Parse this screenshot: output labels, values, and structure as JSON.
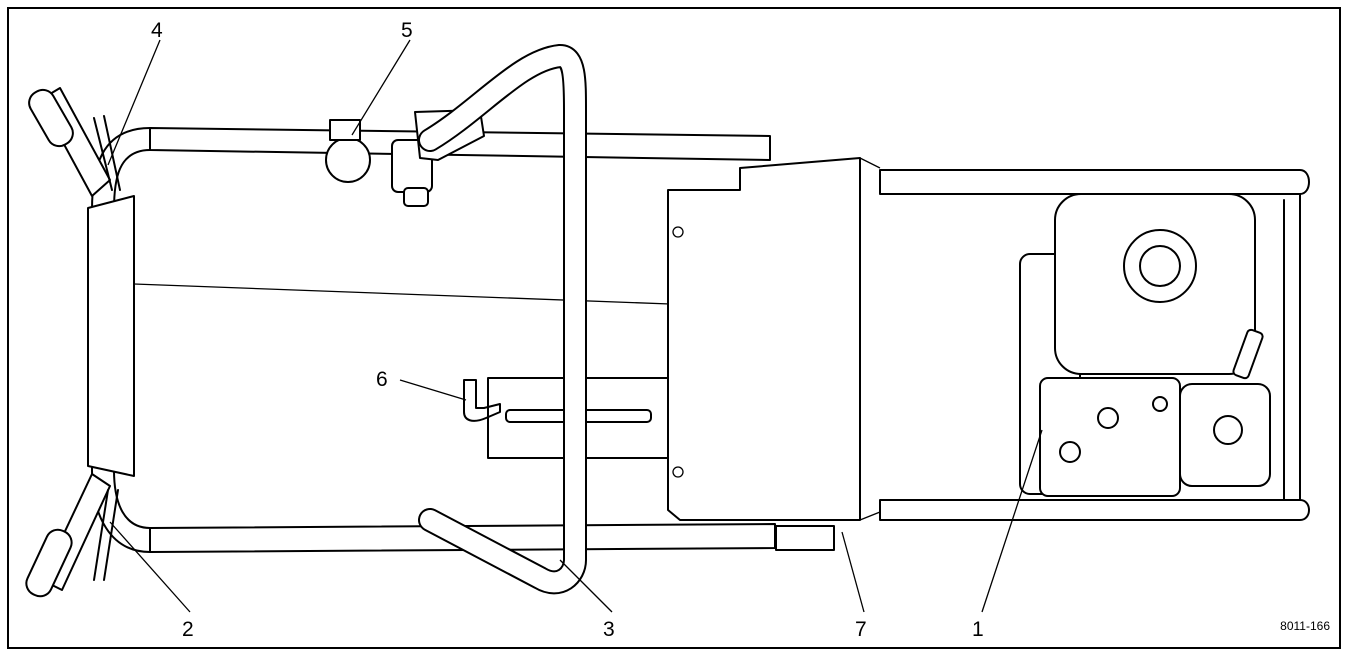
{
  "diagram": {
    "callouts": [
      {
        "id": "c1",
        "label": "1"
      },
      {
        "id": "c2",
        "label": "2"
      },
      {
        "id": "c3",
        "label": "3"
      },
      {
        "id": "c4",
        "label": "4"
      },
      {
        "id": "c5",
        "label": "5"
      },
      {
        "id": "c6",
        "label": "6"
      },
      {
        "id": "c7",
        "label": "7"
      }
    ],
    "figure_id": "8011-166"
  }
}
